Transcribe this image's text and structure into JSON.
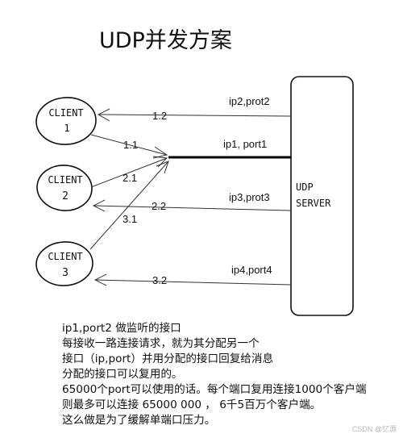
{
  "title": "UDP并发方案",
  "clients": [
    {
      "name": "CLIENT",
      "number": "1"
    },
    {
      "name": "CLIENT",
      "number": "2"
    },
    {
      "name": "CLIENT",
      "number": "3"
    }
  ],
  "server": {
    "line1": "UDP",
    "line2": "SERVER"
  },
  "endpoints": [
    "ip2,prot2",
    "ip1, port1",
    "ip3,prot3",
    "ip4,port4"
  ],
  "flows": {
    "f12": "1.2",
    "f11": "1.1",
    "f21": "2.1",
    "f22": "2.2",
    "f31": "3.1",
    "f32": "3.2"
  },
  "description": [
    "ip1,port2 做监听的接口",
    "每接收一路连接请求，就为其分配另一个",
    "接口（ip,port）并用分配的接口回复给消息",
    "分配的接口可以复用的。",
    "65000个port可以使用的话。每个端口复用连接1000个客户端",
    "则最多可以连接 65000 000 ，  6千5百万个客户端。",
    "这么做是为了缓解单端口压力。"
  ],
  "watermark": "CSDN @忆源"
}
